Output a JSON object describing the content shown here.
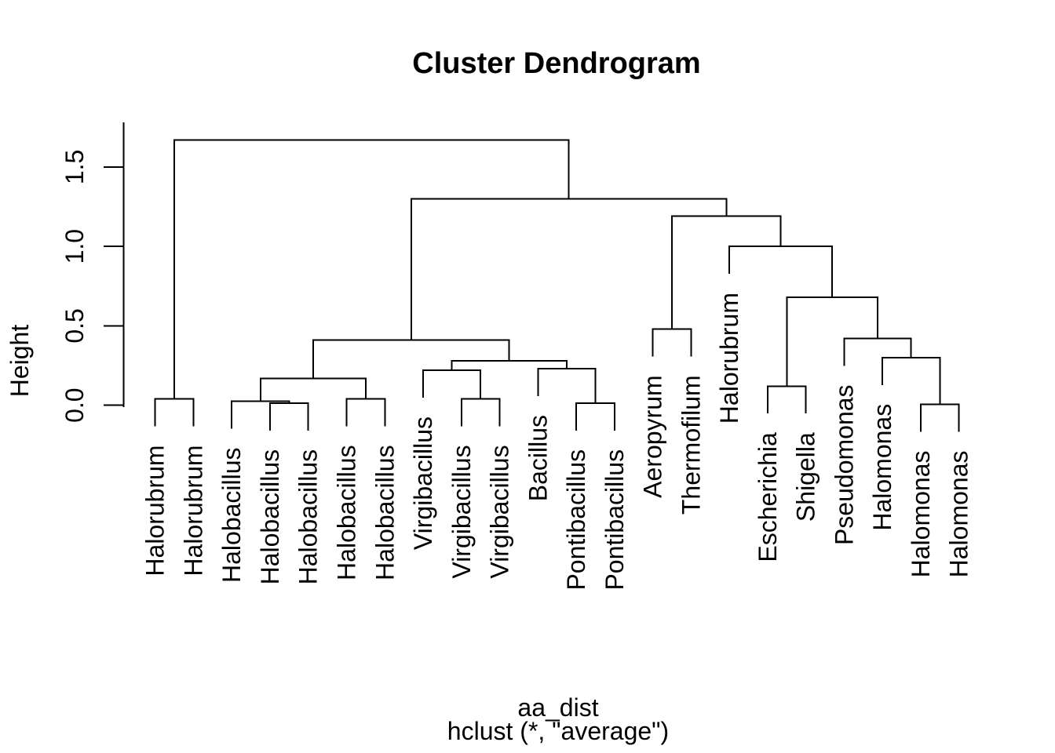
{
  "chart_data": {
    "type": "dendrogram",
    "title": "Cluster Dendrogram",
    "ylabel": "Height",
    "xlabel": "aa_dist",
    "call": "hclust (*, \"average\")",
    "distance_object": "aa_dist",
    "linkage_method": "average",
    "ylim": [
      0,
      1.67
    ],
    "yticks": [
      0,
      0.5,
      1.0,
      1.5
    ],
    "ytick_labels": [
      "0.0",
      "0.5",
      "1.0",
      "1.5"
    ],
    "grid": false,
    "hang": 0.1,
    "n_leaves": 22,
    "leaves": [
      "Halorubrum",
      "Halorubrum",
      "Halobacillus",
      "Halobacillus",
      "Halobacillus",
      "Halobacillus",
      "Halobacillus",
      "Virgibacillus",
      "Virgibacillus",
      "Virgibacillus",
      "Bacillus",
      "Pontibacillus",
      "Pontibacillus",
      "Aeropyrum",
      "Thermofilum",
      "Halorubrum",
      "Escherichia",
      "Shigella",
      "Pseudomonas",
      "Halomonas",
      "Halomonas",
      "Halomonas"
    ],
    "tree": {
      "h": 1.67,
      "c": [
        {
          "h": 0.04,
          "c": [
            0,
            1
          ]
        },
        {
          "h": 1.3,
          "c": [
            {
              "h": 0.41,
              "c": [
                {
                  "h": 0.17,
                  "c": [
                    {
                      "h": 0.025,
                      "c": [
                        2,
                        {
                          "h": 0.013,
                          "c": [
                            3,
                            4
                          ]
                        }
                      ]
                    },
                    {
                      "h": 0.04,
                      "c": [
                        5,
                        6
                      ]
                    }
                  ]
                },
                {
                  "h": 0.28,
                  "c": [
                    {
                      "h": 0.22,
                      "c": [
                        7,
                        {
                          "h": 0.04,
                          "c": [
                            8,
                            9
                          ]
                        }
                      ]
                    },
                    {
                      "h": 0.23,
                      "c": [
                        10,
                        {
                          "h": 0.013,
                          "c": [
                            11,
                            12
                          ]
                        }
                      ]
                    }
                  ]
                }
              ]
            },
            {
              "h": 1.19,
              "c": [
                {
                  "h": 0.48,
                  "c": [
                    13,
                    14
                  ]
                },
                {
                  "h": 1.0,
                  "c": [
                    15,
                    {
                      "h": 0.68,
                      "c": [
                        {
                          "h": 0.12,
                          "c": [
                            16,
                            17
                          ]
                        },
                        {
                          "h": 0.42,
                          "c": [
                            18,
                            {
                              "h": 0.3,
                              "c": [
                                19,
                                {
                                  "h": 0.005,
                                  "c": [
                                    20,
                                    21
                                  ]
                                }
                              ]
                            }
                          ]
                        }
                      ]
                    }
                  ]
                }
              ]
            }
          ]
        }
      ]
    }
  }
}
